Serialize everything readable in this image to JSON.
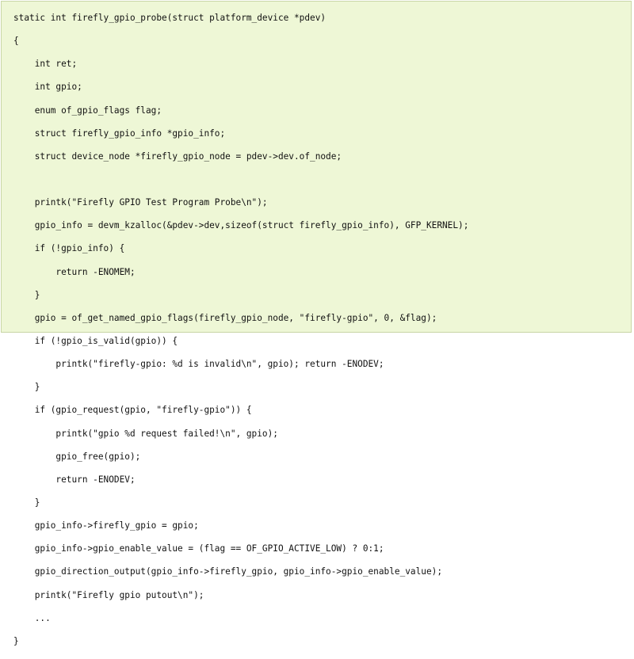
{
  "code": {
    "lines": [
      "static int firefly_gpio_probe(struct platform_device *pdev)",
      "{",
      "    int ret;",
      "    int gpio;",
      "    enum of_gpio_flags flag;",
      "    struct firefly_gpio_info *gpio_info;",
      "    struct device_node *firefly_gpio_node = pdev->dev.of_node;",
      "",
      "    printk(\"Firefly GPIO Test Program Probe\\n\");",
      "    gpio_info = devm_kzalloc(&pdev->dev,sizeof(struct firefly_gpio_info), GFP_KERNEL);",
      "    if (!gpio_info) {",
      "        return -ENOMEM;",
      "    }",
      "    gpio = of_get_named_gpio_flags(firefly_gpio_node, \"firefly-gpio\", 0, &flag);",
      "    if (!gpio_is_valid(gpio)) {",
      "        printk(\"firefly-gpio: %d is invalid\\n\", gpio); return -ENODEV;",
      "    }",
      "    if (gpio_request(gpio, \"firefly-gpio\")) {",
      "        printk(\"gpio %d request failed!\\n\", gpio);",
      "        gpio_free(gpio);",
      "        return -ENODEV;",
      "    }",
      "    gpio_info->firefly_gpio = gpio;",
      "    gpio_info->gpio_enable_value = (flag == OF_GPIO_ACTIVE_LOW) ? 0:1;",
      "    gpio_direction_output(gpio_info->firefly_gpio, gpio_info->gpio_enable_value);",
      "    printk(\"Firefly gpio putout\\n\");",
      "    ...",
      "}"
    ]
  }
}
